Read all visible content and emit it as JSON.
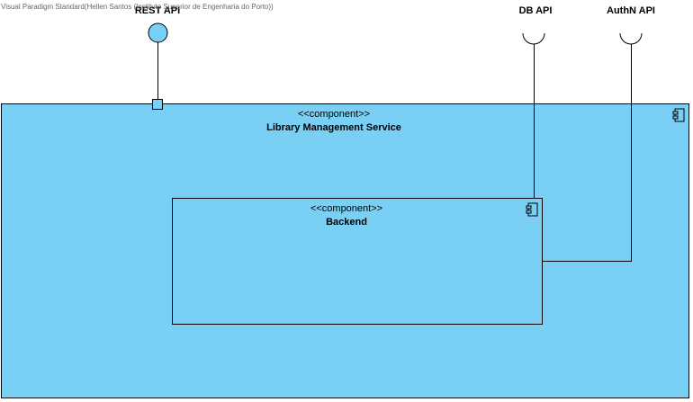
{
  "watermark": "Visual Paradigm Standard(Hellen Santos (Instituto Superior de Engenharia do Porto))",
  "colors": {
    "component_fill": "#7ACFF4",
    "interface_fill": "#7ACFF4",
    "stroke": "#000000"
  },
  "outer_component": {
    "stereotype": "<<component>>",
    "name": "Library Management Service",
    "icon": "component-icon"
  },
  "inner_component": {
    "stereotype": "<<component>>",
    "name": "Backend",
    "icon": "component-icon"
  },
  "provided_interfaces": [
    {
      "label": "REST API",
      "icon": "lollipop-icon"
    }
  ],
  "required_interfaces": [
    {
      "label": "DB API",
      "icon": "socket-icon"
    },
    {
      "label": "AuthN API",
      "icon": "socket-icon"
    }
  ]
}
